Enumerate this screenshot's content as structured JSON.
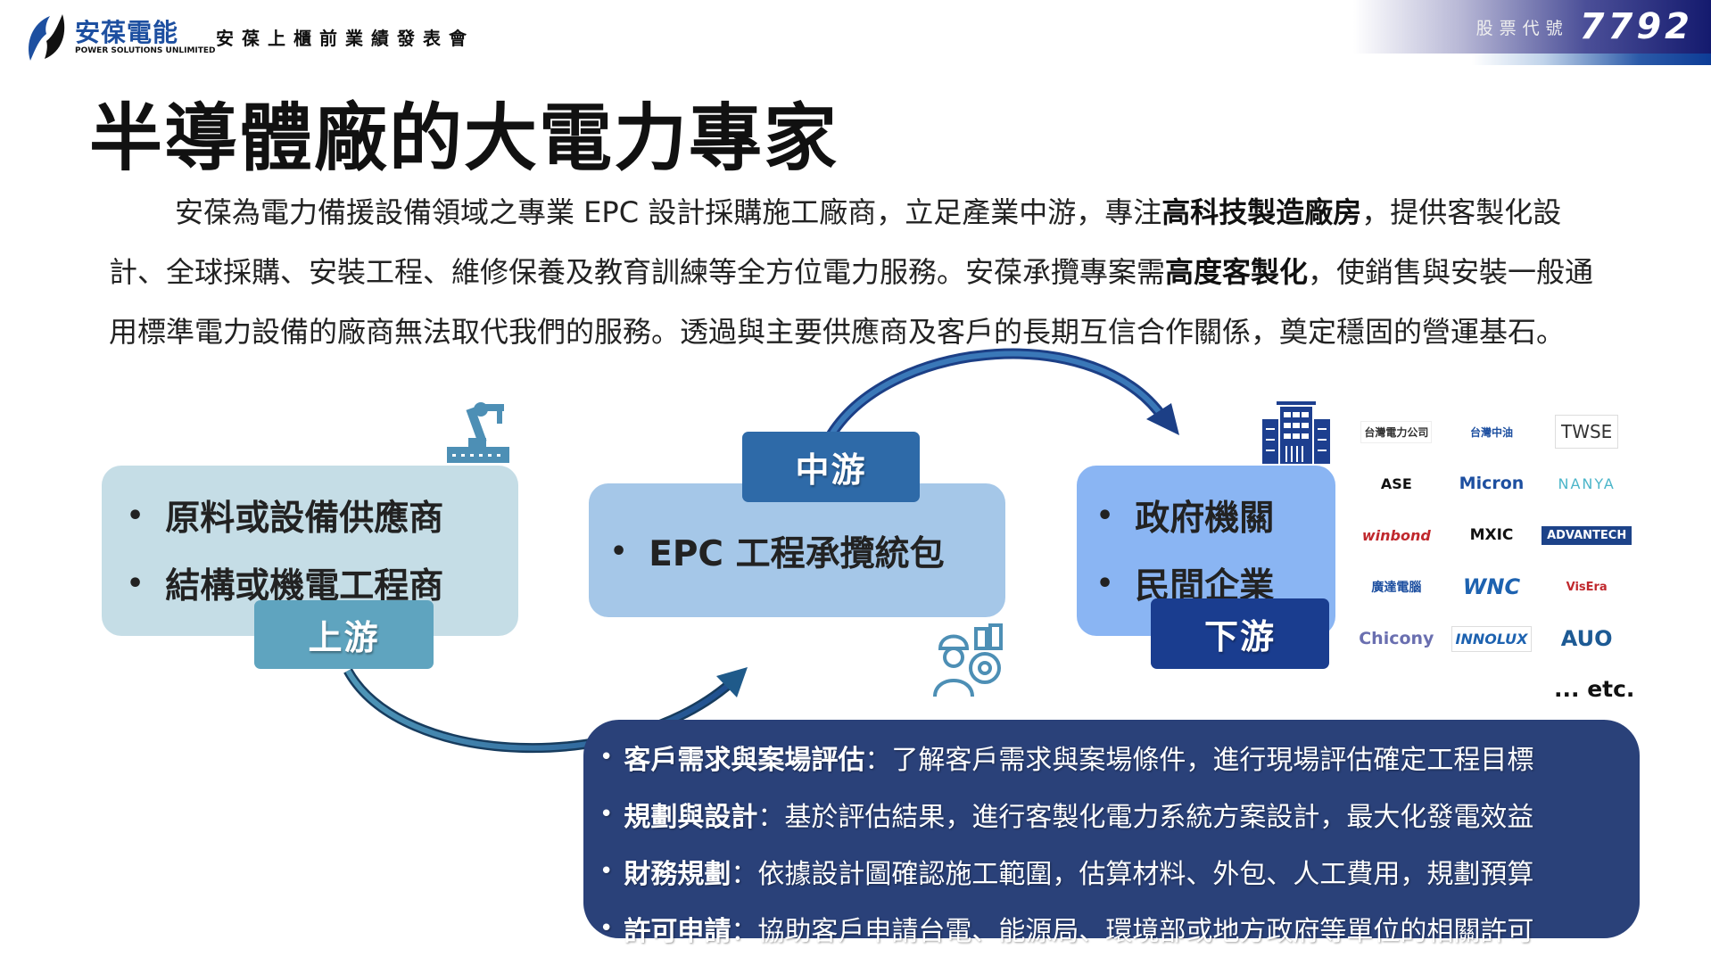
{
  "header": {
    "brand_cn": "安葆電能",
    "brand_en": "POWER SOLUTIONS UNLIMITED",
    "event": "安葆上櫃前業績發表會",
    "stock_label": "股票代號",
    "stock_code": "7792"
  },
  "title": "半導體廠的大電力專家",
  "paragraph": {
    "p1": "安葆為電力備援設備領域之專業 EPC 設計採購施工廠商，立足產業中游，專注",
    "b1": "高科技製造廠房",
    "p2": "，提供客製化設計、全球採購、安裝工程、維修保養及教育訓練等全方位電力服務。安葆承攬專案需",
    "b2": "高度客製化",
    "p3": "，使銷售與安裝一般通用標準電力設備的廠商無法取代我們的服務。透過與主要供應商及客戶的長期互信合作關係，奠定穩固的營運基石。"
  },
  "upstream": {
    "label": "上游",
    "items": [
      "原料或設備供應商",
      "結構或機電工程商"
    ]
  },
  "midstream": {
    "label": "中游",
    "items": [
      "EPC 工程承攬統包"
    ]
  },
  "downstream": {
    "label": "下游",
    "items": [
      "政府機關",
      "民間企業"
    ]
  },
  "clients": [
    "台灣電力公司",
    "台灣中油",
    "TWSE",
    "ASE",
    "Micron",
    "NANYA",
    "winbond",
    "MXIC",
    "ADVANTECH",
    "廣達電腦",
    "WNC",
    "VisEra",
    "Chicony",
    "INNOLUX",
    "AUO"
  ],
  "etc": "... etc.",
  "services": [
    {
      "title": "客戶需求與案場評估",
      "desc": "：了解客戶需求與案場條件，進行現場評估確定工程目標"
    },
    {
      "title": "規劃與設計",
      "desc": "：基於評估結果，進行客製化電力系統方案設計，最大化發電效益"
    },
    {
      "title": "財務規劃",
      "desc": "：依據設計圖確認施工範圍，估算材料、外包、人工費用，規劃預算"
    },
    {
      "title": "許可申請",
      "desc": "：協助客戶申請台電、能源局、環境部或地方政府等單位的相關許可"
    }
  ]
}
